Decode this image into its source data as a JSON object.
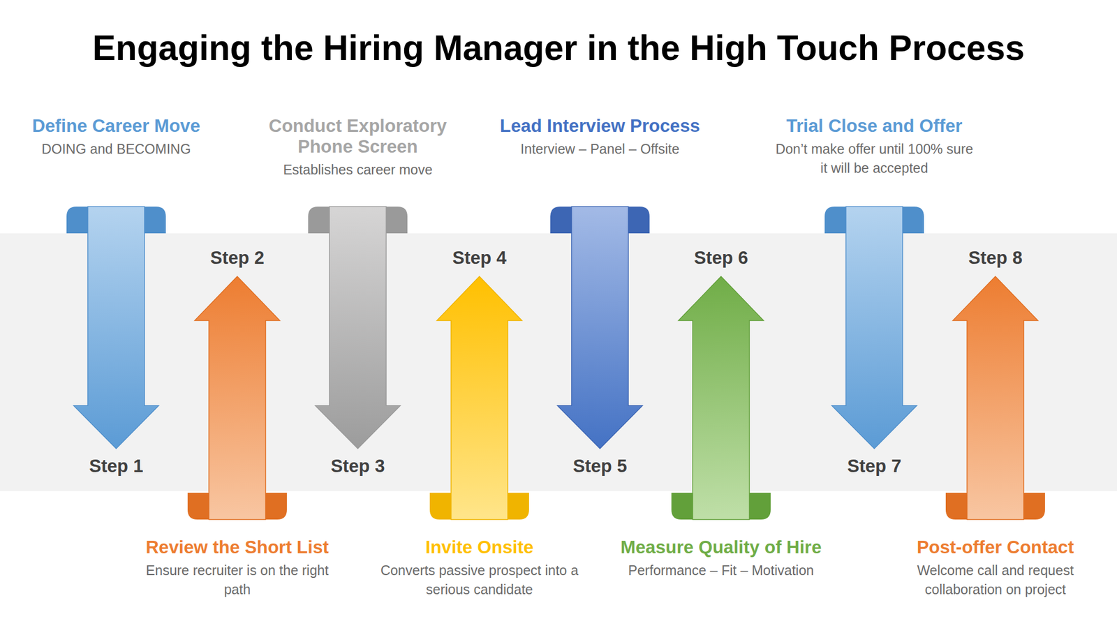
{
  "diagram": {
    "title": "Engaging the Hiring Manager in the High Touch Process",
    "nodes": [
      {
        "text": [
          "Define Career Move",
          "DOING and BECOMING",
          "Step 1"
        ]
      },
      {
        "text": [
          "Review the Short List",
          "Ensure recruiter is on the right path",
          "Step 2"
        ]
      },
      {
        "text": [
          "Conduct Exploratory Phone Screen",
          "Establishes career move",
          "Step 3"
        ]
      },
      {
        "text": [
          "Invite Onsite",
          "Converts passive prospect into a serious candidate",
          "Step 4"
        ]
      },
      {
        "text": [
          "Lead Interview Process",
          "Interview – Panel – Offsite",
          "Step 5"
        ]
      },
      {
        "text": [
          "Measure Quality of Hire",
          "Performance – Fit – Motivation",
          "Step 6"
        ]
      },
      {
        "text": [
          "Trial Close and Offer",
          "Don’t make offer until 100% sure it will be accepted",
          "Step 7"
        ]
      },
      {
        "text": [
          "Post-offer Contact",
          "Welcome call and request collaboration on project",
          "Step 8"
        ]
      }
    ]
  }
}
